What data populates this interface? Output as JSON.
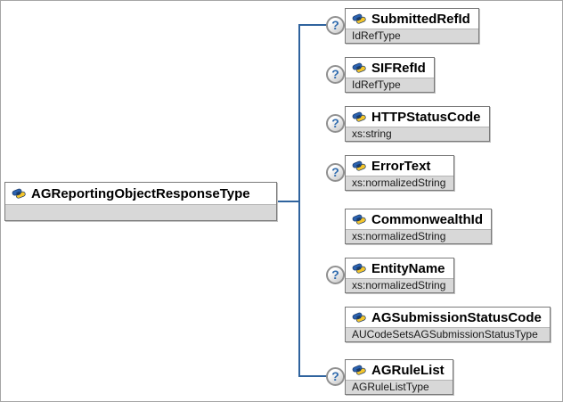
{
  "diagram": {
    "root": {
      "name": "AGReportingObjectResponseType",
      "type": ""
    },
    "optional_marker": "?",
    "children": [
      {
        "name": "SubmittedRefId",
        "type": "IdRefType",
        "optional": true
      },
      {
        "name": "SIFRefId",
        "type": "IdRefType",
        "optional": true
      },
      {
        "name": "HTTPStatusCode",
        "type": "xs:string",
        "optional": true
      },
      {
        "name": "ErrorText",
        "type": "xs:normalizedString",
        "optional": true
      },
      {
        "name": "CommonwealthId",
        "type": "xs:normalizedString",
        "optional": false
      },
      {
        "name": "EntityName",
        "type": "xs:normalizedString",
        "optional": true
      },
      {
        "name": "AGSubmissionStatusCode",
        "type": "AUCodeSetsAGSubmissionStatusType",
        "optional": false
      },
      {
        "name": "AGRuleList",
        "type": "AGRuleListType",
        "optional": true
      }
    ],
    "colors": {
      "connector": "#2F639E",
      "box_border": "#7a7a7a",
      "type_strip_bg": "#d8d8d8",
      "icon_blue": "#2B62B0",
      "icon_yellow": "#F5C62C",
      "icon_dark": "#1b3a66",
      "marker_text": "#2F6BAE"
    }
  }
}
